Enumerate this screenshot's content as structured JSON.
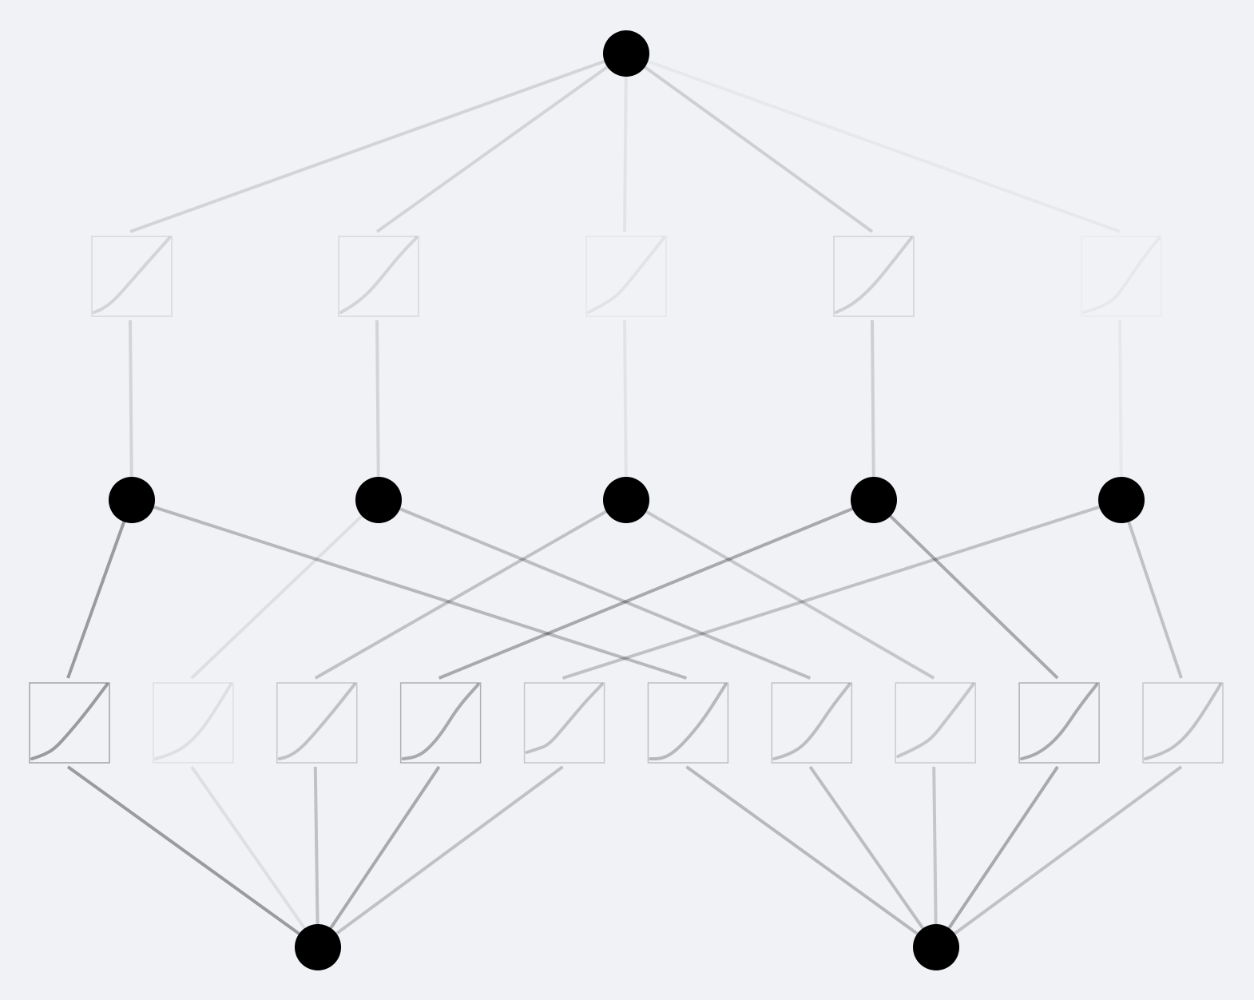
{
  "diagram": {
    "type": "kan-network",
    "colors": {
      "background": "#f0f2f6",
      "node": "#000000",
      "edge": "#000000",
      "box": "#000000"
    },
    "layers": [
      {
        "node_count": 1
      },
      {
        "node_count": 5
      },
      {
        "node_count": 2
      }
    ],
    "blocks": [
      {
        "from_layer": 1,
        "to_layer": 0,
        "functions": [
          {
            "from": 0,
            "to": 0,
            "strength": 0.12,
            "curve": [
              [
                0.03,
                0.95
              ],
              [
                0.15,
                0.9
              ],
              [
                0.3,
                0.78
              ],
              [
                0.5,
                0.55
              ],
              [
                0.72,
                0.3
              ],
              [
                0.97,
                0.02
              ]
            ]
          },
          {
            "from": 1,
            "to": 0,
            "strength": 0.12,
            "curve": [
              [
                0.03,
                0.95
              ],
              [
                0.2,
                0.85
              ],
              [
                0.38,
                0.7
              ],
              [
                0.55,
                0.5
              ],
              [
                0.75,
                0.25
              ],
              [
                0.97,
                0.02
              ]
            ]
          },
          {
            "from": 2,
            "to": 0,
            "strength": 0.06,
            "curve": [
              [
                0.03,
                0.95
              ],
              [
                0.2,
                0.86
              ],
              [
                0.38,
                0.75
              ],
              [
                0.55,
                0.55
              ],
              [
                0.75,
                0.3
              ],
              [
                0.97,
                0.02
              ]
            ]
          },
          {
            "from": 3,
            "to": 0,
            "strength": 0.14,
            "curve": [
              [
                0.03,
                0.95
              ],
              [
                0.2,
                0.87
              ],
              [
                0.38,
                0.73
              ],
              [
                0.55,
                0.55
              ],
              [
                0.75,
                0.3
              ],
              [
                0.97,
                0.02
              ]
            ]
          },
          {
            "from": 4,
            "to": 0,
            "strength": 0.04,
            "curve": [
              [
                0.03,
                0.95
              ],
              [
                0.2,
                0.9
              ],
              [
                0.4,
                0.8
              ],
              [
                0.55,
                0.6
              ],
              [
                0.75,
                0.3
              ],
              [
                0.97,
                0.02
              ]
            ]
          }
        ]
      },
      {
        "from_layer": 2,
        "to_layer": 1,
        "functions": [
          {
            "from": 0,
            "to": 0,
            "strength": 0.36,
            "curve": [
              [
                0.03,
                0.95
              ],
              [
                0.18,
                0.9
              ],
              [
                0.32,
                0.82
              ],
              [
                0.5,
                0.62
              ],
              [
                0.7,
                0.38
              ],
              [
                0.97,
                0.02
              ]
            ]
          },
          {
            "from": 0,
            "to": 1,
            "strength": 0.08,
            "curve": [
              [
                0.03,
                0.95
              ],
              [
                0.2,
                0.9
              ],
              [
                0.4,
                0.8
              ],
              [
                0.6,
                0.6
              ],
              [
                0.8,
                0.3
              ],
              [
                0.97,
                0.02
              ]
            ]
          },
          {
            "from": 0,
            "to": 2,
            "strength": 0.2,
            "curve": [
              [
                0.03,
                0.95
              ],
              [
                0.15,
                0.92
              ],
              [
                0.3,
                0.82
              ],
              [
                0.5,
                0.6
              ],
              [
                0.75,
                0.3
              ],
              [
                0.97,
                0.02
              ]
            ]
          },
          {
            "from": 0,
            "to": 3,
            "strength": 0.3,
            "curve": [
              [
                0.03,
                0.95
              ],
              [
                0.18,
                0.93
              ],
              [
                0.32,
                0.85
              ],
              [
                0.5,
                0.65
              ],
              [
                0.72,
                0.3
              ],
              [
                0.97,
                0.02
              ]
            ]
          },
          {
            "from": 0,
            "to": 4,
            "strength": 0.2,
            "curve": [
              [
                0.03,
                0.87
              ],
              [
                0.15,
                0.83
              ],
              [
                0.3,
                0.78
              ],
              [
                0.5,
                0.55
              ],
              [
                0.75,
                0.25
              ],
              [
                0.97,
                0.02
              ]
            ]
          },
          {
            "from": 1,
            "to": 0,
            "strength": 0.24,
            "curve": [
              [
                0.03,
                0.95
              ],
              [
                0.15,
                0.95
              ],
              [
                0.28,
                0.9
              ],
              [
                0.45,
                0.75
              ],
              [
                0.7,
                0.45
              ],
              [
                0.97,
                0.02
              ]
            ]
          },
          {
            "from": 1,
            "to": 1,
            "strength": 0.22,
            "curve": [
              [
                0.03,
                0.95
              ],
              [
                0.2,
                0.9
              ],
              [
                0.38,
                0.8
              ],
              [
                0.55,
                0.6
              ],
              [
                0.75,
                0.3
              ],
              [
                0.97,
                0.02
              ]
            ]
          },
          {
            "from": 1,
            "to": 2,
            "strength": 0.18,
            "curve": [
              [
                0.03,
                0.92
              ],
              [
                0.25,
                0.82
              ],
              [
                0.45,
                0.7
              ],
              [
                0.62,
                0.48
              ],
              [
                0.8,
                0.25
              ],
              [
                0.97,
                0.02
              ]
            ]
          },
          {
            "from": 1,
            "to": 3,
            "strength": 0.3,
            "curve": [
              [
                0.03,
                0.95
              ],
              [
                0.2,
                0.9
              ],
              [
                0.38,
                0.78
              ],
              [
                0.55,
                0.6
              ],
              [
                0.75,
                0.3
              ],
              [
                0.97,
                0.02
              ]
            ]
          },
          {
            "from": 1,
            "to": 4,
            "strength": 0.2,
            "curve": [
              [
                0.03,
                0.95
              ],
              [
                0.2,
                0.9
              ],
              [
                0.4,
                0.8
              ],
              [
                0.6,
                0.6
              ],
              [
                0.8,
                0.3
              ],
              [
                0.97,
                0.02
              ]
            ]
          }
        ]
      }
    ]
  }
}
